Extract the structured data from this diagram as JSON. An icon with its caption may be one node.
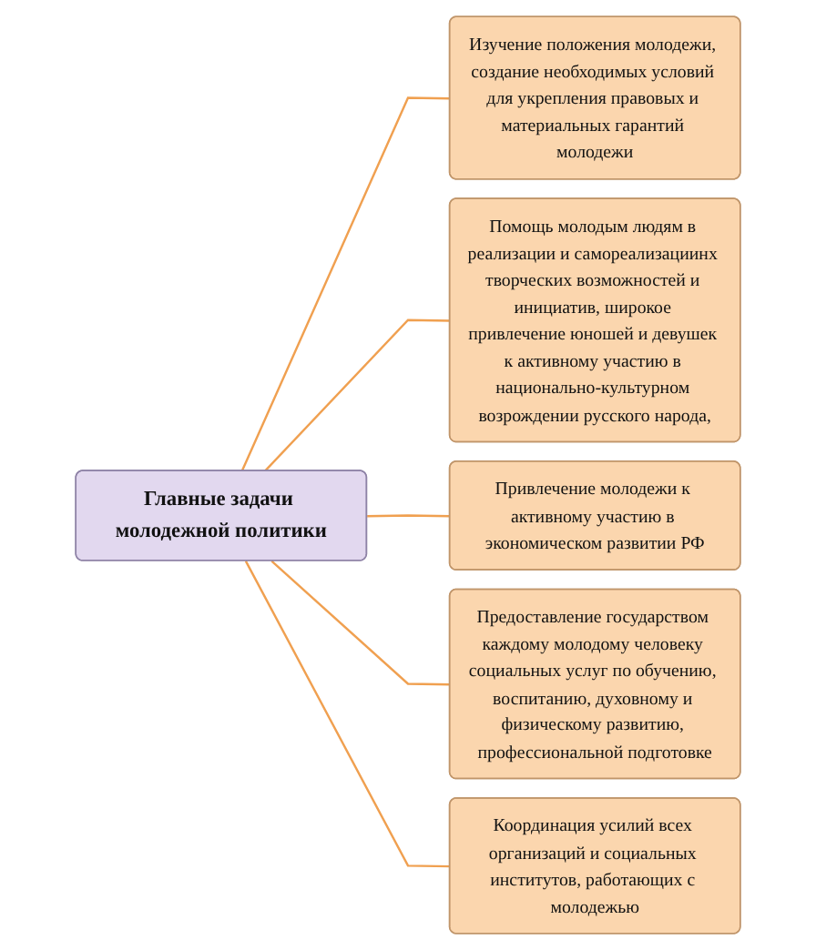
{
  "diagram": {
    "nodes": [
      {
        "text": [
          "Главные задачи молодежной политики"
        ]
      },
      {
        "text": [
          "Изучение положения молодежи, создание необходимых условий для укрепления правовых и материальных гарантий молодежи"
        ]
      },
      {
        "text": [
          "Помощь молодым людям в реализации и самореализациинх творческих возможностей и инициатив, широкое привлечение юношей и девушек к активному участию в национально-культурном возрождении русского народа,"
        ]
      },
      {
        "text": [
          "Привлечение молодежи к активному участию в экономическом развитии РФ"
        ]
      },
      {
        "text": [
          "Предоставление государством каждому молодому человеку социальных услуг по обучению, воспитанию, духовному и физическому развитию, профессиональной подготовке"
        ]
      },
      {
        "text": [
          "Координация усилий всех организаций и социальных институтов, работающих с молодежью"
        ]
      }
    ],
    "edges": [
      {
        "from": 0,
        "to": 1,
        "arrow": "none",
        "color": "#f0a050"
      },
      {
        "from": 0,
        "to": 2,
        "arrow": "none",
        "color": "#f0a050"
      },
      {
        "from": 0,
        "to": 3,
        "arrow": "none",
        "color": "#f0a050"
      },
      {
        "from": 0,
        "to": 4,
        "arrow": "none",
        "color": "#f0a050"
      },
      {
        "from": 0,
        "to": 5,
        "arrow": "none",
        "color": "#f0a050"
      }
    ]
  }
}
